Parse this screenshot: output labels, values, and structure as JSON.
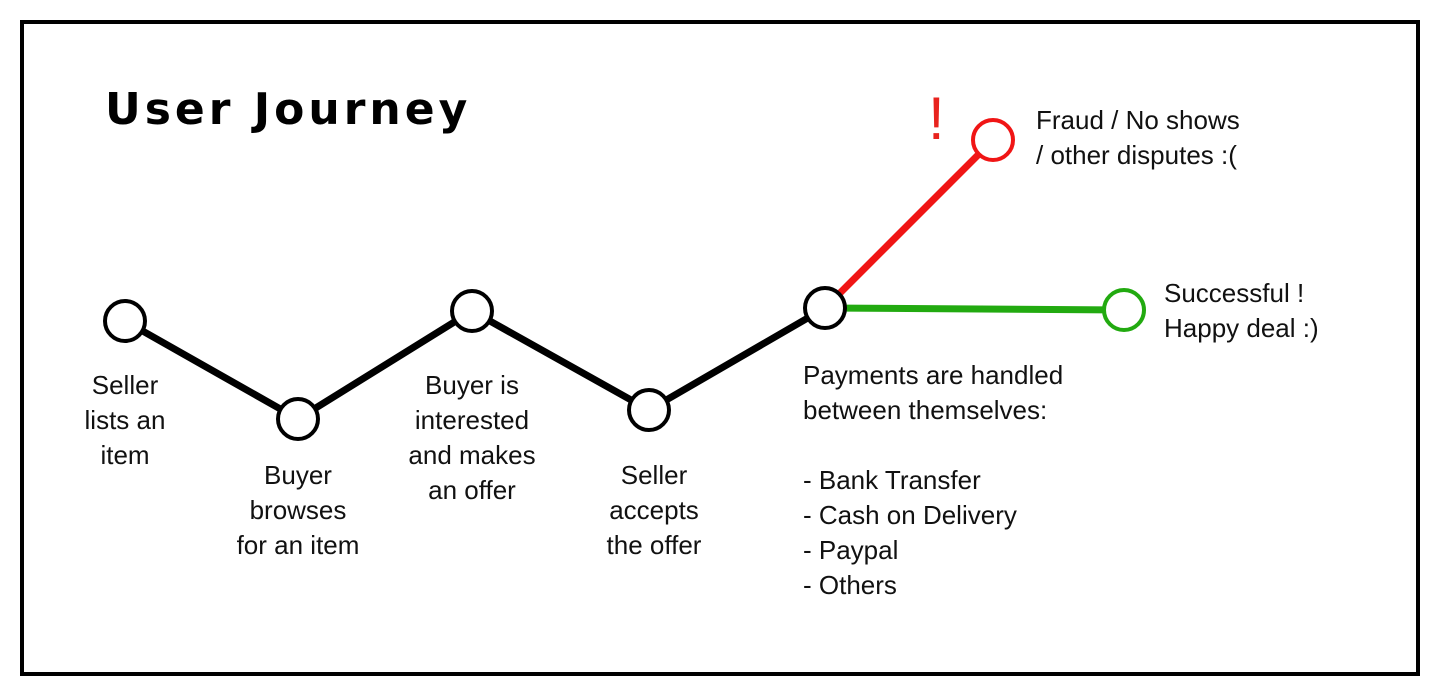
{
  "diagram": {
    "title": "User Journey",
    "colors": {
      "path": "#000000",
      "fraud": "#f01515",
      "success": "#22aa10"
    },
    "steps": [
      {
        "id": "step-1",
        "label": "Seller\nlists an\nitem"
      },
      {
        "id": "step-2",
        "label": "Buyer\nbrowses\nfor an item"
      },
      {
        "id": "step-3",
        "label": "Buyer is\ninterested\nand makes\nan offer"
      },
      {
        "id": "step-4",
        "label": "Seller\naccepts\nthe offer"
      },
      {
        "id": "step-5",
        "label": "Payments are handled\nbetween themselves:"
      }
    ],
    "payment_options": [
      "- Bank Transfer",
      "- Cash on Delivery",
      "- Paypal",
      "- Others"
    ],
    "outcomes": {
      "fraud": {
        "label": "Fraud / No shows\n/ other disputes :(",
        "marker": "!"
      },
      "success": {
        "label": "Successful !\nHappy deal :)"
      }
    }
  }
}
